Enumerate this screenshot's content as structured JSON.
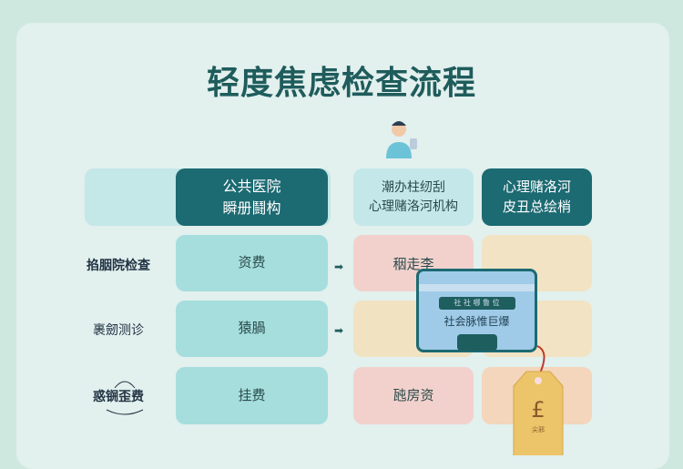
{
  "title": "轻度焦虑检查流程",
  "headers": [
    "公共医院\n瞬册鬪构",
    "潮办柱纫刮\n心理赌洛河机构",
    "心理赌洛河\n皮丑总绘梢"
  ],
  "rows": [
    {
      "label": "掐胭院检查",
      "cells": [
        "资费",
        "秵走李",
        ""
      ]
    },
    {
      "label": "裹劒测诊",
      "cells": [
        "猿腡",
        "",
        ""
      ]
    },
    {
      "label": "惑锎歪费",
      "cells": [
        "挂费",
        "瓲房资",
        ""
      ]
    }
  ],
  "overlay": {
    "badge": "社 社 哪 鲁 位",
    "text": "社会脉惟巨爆"
  },
  "tag": {
    "text": "尖邪"
  }
}
